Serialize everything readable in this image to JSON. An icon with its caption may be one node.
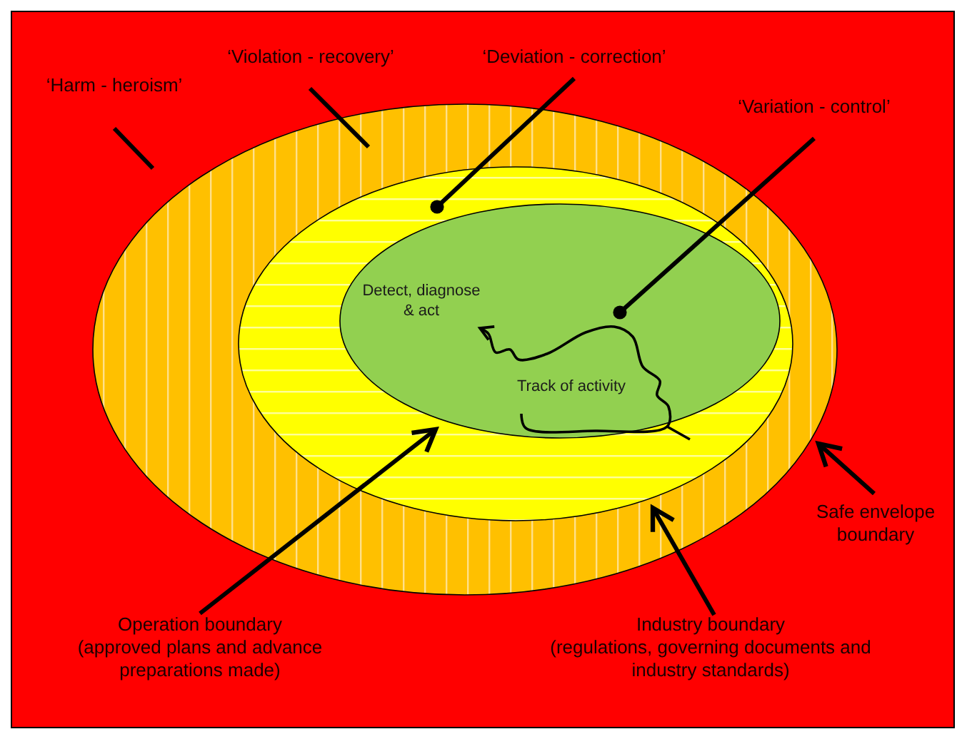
{
  "diagram": {
    "nodes": [
      {
        "text": [],
        "shape": "box"
      },
      {
        "text": [],
        "shape": "ellipse",
        "in": 0
      },
      {
        "text": [],
        "shape": "ellipse",
        "in": 1
      },
      {
        "text": [],
        "shape": "ellipse",
        "in": 2
      },
      {
        "text": [
          "‘Harm - heroism’"
        ],
        "in": 0
      },
      {
        "text": [
          "‘Violation - recovery’"
        ],
        "in": 0
      },
      {
        "text": [
          "‘Deviation - correction’"
        ],
        "in": 0
      },
      {
        "text": [
          "‘Variation - control’"
        ],
        "in": 0
      },
      {
        "text": [
          "Safe envelope boundary"
        ],
        "in": 0
      },
      {
        "text": [
          "Operation boundary",
          "(approved plans and advance preparations made)"
        ],
        "in": 0
      },
      {
        "text": [
          "Industry boundary",
          "(regulations, governing documents and industry standards)"
        ],
        "in": 0
      },
      {
        "text": [
          "Detect, diagnose & act"
        ],
        "in": 3
      }
    ],
    "edges": [
      {
        "from": 4,
        "to": 0,
        "arrow": "none"
      },
      {
        "from": 5,
        "to": 1,
        "arrow": "none"
      },
      {
        "from": 6,
        "to": 2,
        "arrow": "other"
      },
      {
        "from": 7,
        "to": 3,
        "arrow": "other"
      },
      {
        "from": 8,
        "to": 1,
        "arrow": "to"
      },
      {
        "from": 9,
        "to": 3,
        "arrow": "to"
      },
      {
        "from": 10,
        "to": 2,
        "arrow": "to"
      },
      {
        "from": null,
        "to": 11,
        "arrow": "to",
        "label": "Track of activity"
      }
    ]
  }
}
